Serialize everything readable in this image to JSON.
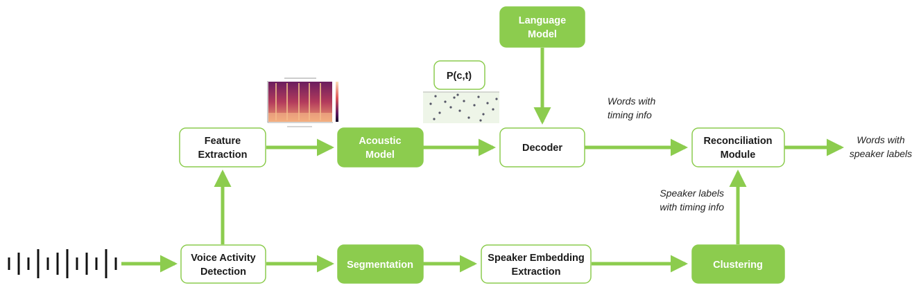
{
  "colors": {
    "accent": "#8ccc4e",
    "outline": "#8ccc4e",
    "dark_text": "#1a1a1a",
    "light_text": "#ffffff"
  },
  "nodes": {
    "feature_extraction": {
      "lines": [
        "Feature",
        "Extraction"
      ],
      "style": "outline"
    },
    "acoustic_model": {
      "lines": [
        "Acoustic",
        "Model"
      ],
      "style": "filled"
    },
    "decoder": {
      "lines": [
        "Decoder"
      ],
      "style": "outline"
    },
    "language_model": {
      "lines": [
        "Language",
        "Model"
      ],
      "style": "filled"
    },
    "reconciliation_module": {
      "lines": [
        "Reconciliation",
        "Module"
      ],
      "style": "outline"
    },
    "voice_activity_detection": {
      "lines": [
        "Voice Activity",
        "Detection"
      ],
      "style": "outline"
    },
    "segmentation": {
      "lines": [
        "Segmentation"
      ],
      "style": "filled"
    },
    "speaker_embedding_extraction": {
      "lines": [
        "Speaker Embedding",
        "Extraction"
      ],
      "style": "outline"
    },
    "clustering": {
      "lines": [
        "Clustering"
      ],
      "style": "filled"
    },
    "probability": {
      "lines": [
        "P(c,t)"
      ],
      "style": "outline"
    }
  },
  "annotations": {
    "words_timing": [
      "Words with",
      "timing info"
    ],
    "words_speaker": [
      "Words with",
      "speaker labels"
    ],
    "speaker_labels": [
      "Speaker labels",
      "with timing info"
    ]
  },
  "icons": {
    "waveform": "audio-waveform-icon",
    "spectrogram": "spectrogram-image",
    "probability_plot": "probability-scatter-image"
  }
}
